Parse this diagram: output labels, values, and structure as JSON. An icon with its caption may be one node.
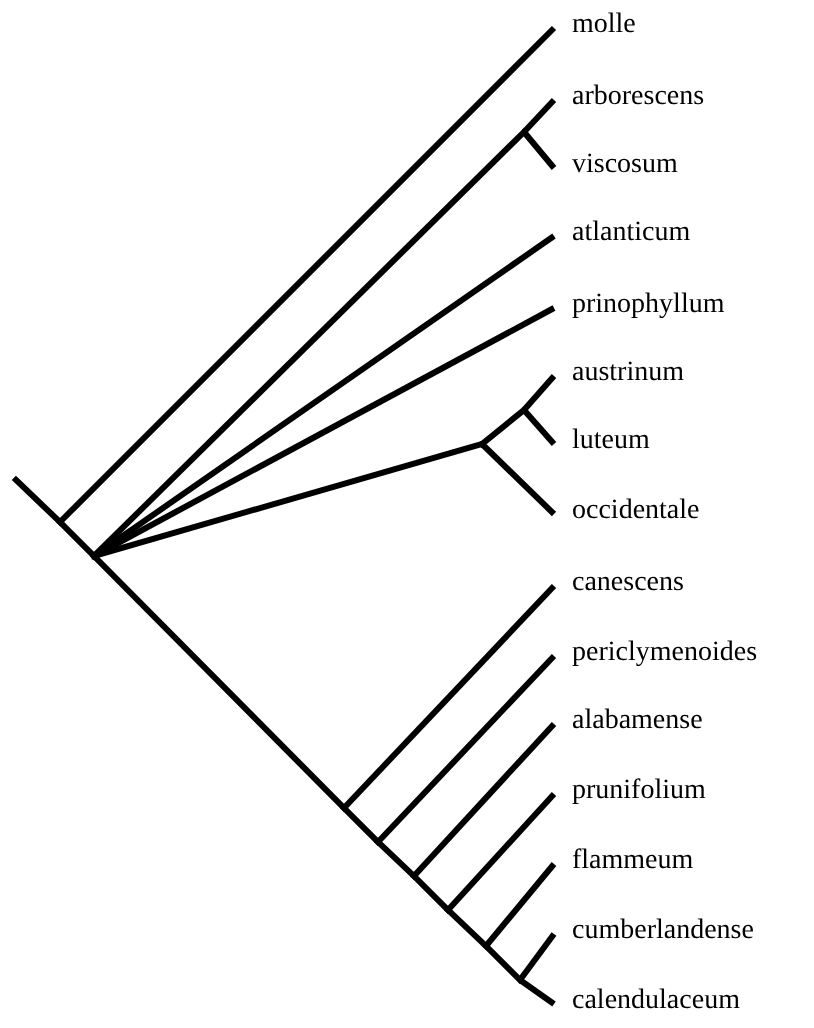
{
  "diagram": {
    "nodes": [
      {
        "text": [
          "molle"
        ]
      },
      {
        "text": [
          "arborescens"
        ]
      },
      {
        "text": [
          "viscosum"
        ]
      },
      {
        "text": [
          "atlanticum"
        ]
      },
      {
        "text": [
          "prinophyllum"
        ]
      },
      {
        "text": [
          "austrinum"
        ]
      },
      {
        "text": [
          "luteum"
        ]
      },
      {
        "text": [
          "occidentale"
        ]
      },
      {
        "text": [
          "canescens"
        ]
      },
      {
        "text": [
          "periclymenoides"
        ]
      },
      {
        "text": [
          "alabamense"
        ]
      },
      {
        "text": [
          "prunifolium"
        ]
      },
      {
        "text": [
          "flammeum"
        ]
      },
      {
        "text": [
          "cumberlandense"
        ]
      },
      {
        "text": [
          "calendulaceum"
        ]
      }
    ],
    "edges": [
      {
        "from": null,
        "to": 0,
        "arrow": "none"
      },
      {
        "from": null,
        "to": 1,
        "arrow": "none"
      },
      {
        "from": null,
        "to": 2,
        "arrow": "none"
      },
      {
        "from": null,
        "to": 3,
        "arrow": "none"
      },
      {
        "from": null,
        "to": 4,
        "arrow": "none"
      },
      {
        "from": null,
        "to": 5,
        "arrow": "none"
      },
      {
        "from": null,
        "to": 6,
        "arrow": "none"
      },
      {
        "from": null,
        "to": 7,
        "arrow": "none"
      },
      {
        "from": null,
        "to": 8,
        "arrow": "none"
      },
      {
        "from": null,
        "to": 9,
        "arrow": "none"
      },
      {
        "from": null,
        "to": 10,
        "arrow": "none"
      },
      {
        "from": null,
        "to": 11,
        "arrow": "none"
      },
      {
        "from": null,
        "to": 12,
        "arrow": "none"
      },
      {
        "from": null,
        "to": 13,
        "arrow": "none"
      },
      {
        "from": null,
        "to": 14,
        "arrow": "none"
      }
    ]
  }
}
